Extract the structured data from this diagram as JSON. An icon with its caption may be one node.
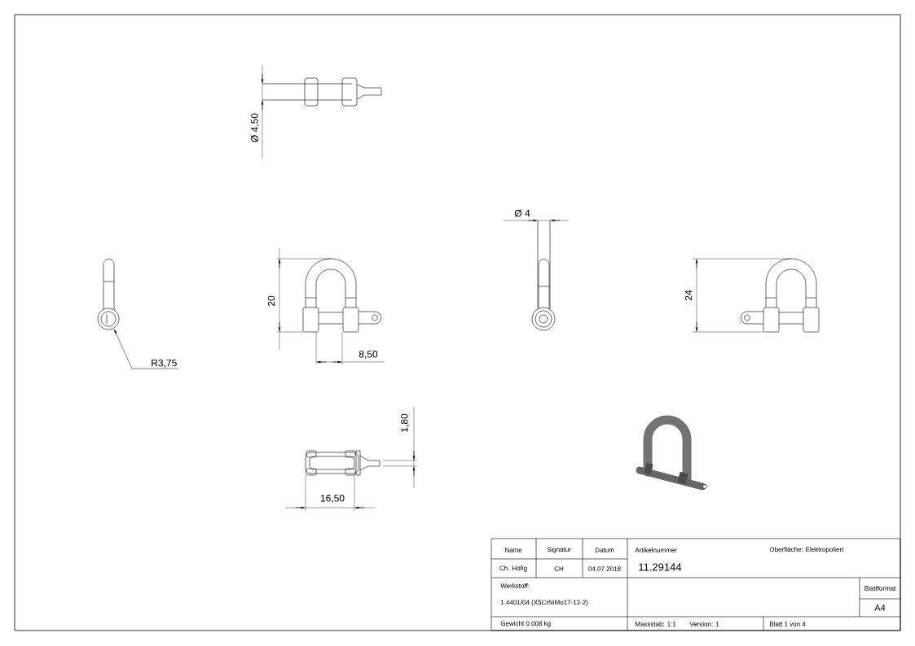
{
  "diagram": {
    "nodes": [
      {
        "text": [
          "R3,75"
        ]
      },
      {
        "text": [],
        "shape": "circle"
      }
    ],
    "edges": [
      {
        "from": 0,
        "to": 1,
        "arrow": "to"
      }
    ],
    "labels": [
      "Ø 4,50",
      "Ø 4",
      "20",
      "8,50",
      "24",
      "1,80",
      "16,50",
      "Name",
      "Signatur",
      "Datum",
      "Artikelnummer",
      "Oberfläche:  Elektropoliert",
      "Ch. Höfig",
      "CH",
      "04.07.2018",
      "11.29144",
      "Werkstoff:",
      "Blattformat",
      "1.4401/04 (X5CrNiMo17-12-2)",
      "A4",
      "Gewicht 0.008 kg",
      "Massstab: 1:1",
      "Version: 1",
      "Blatt 1 von 4"
    ]
  }
}
